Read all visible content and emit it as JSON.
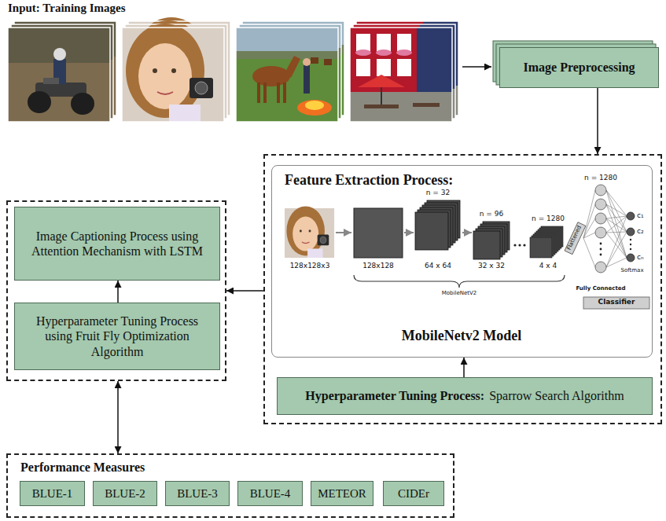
{
  "diagram": {
    "nodes": [
      {
        "text": [
          "Image Preprocessing"
        ]
      },
      {
        "text": []
      },
      {
        "text": [
          "Feature Extraction Process:",
          "MobileNetv2 Model"
        ],
        "in": 1
      },
      {
        "text": [
          "Hyperparameter Tuning Process:",
          "Sparrow Search Algorithm"
        ],
        "in": 1
      },
      {
        "text": []
      },
      {
        "text": [
          "Image Captioning Process using Attention Mechanism with LSTM"
        ],
        "in": 4
      },
      {
        "text": [
          "Hyperparameter Tuning Process using Fruit Fly Optimization Algorithm"
        ],
        "in": 4
      },
      {
        "text": [
          "Performance Measures"
        ]
      },
      {
        "text": [
          "BLUE-1"
        ],
        "in": 7
      },
      {
        "text": [
          "BLUE-2"
        ],
        "in": 7
      },
      {
        "text": [
          "BLUE-3"
        ],
        "in": 7
      },
      {
        "text": [
          "BLUE-4"
        ],
        "in": 7
      },
      {
        "text": [
          "METEOR"
        ],
        "in": 7
      },
      {
        "text": [
          "CIDEr"
        ],
        "in": 7
      }
    ],
    "edges": [
      {
        "from": 0,
        "to": 1,
        "arrow": "to"
      },
      {
        "from": 3,
        "to": 2,
        "arrow": "to"
      },
      {
        "from": 1,
        "to": 4,
        "arrow": "to"
      },
      {
        "from": 6,
        "to": 5,
        "arrow": "to"
      },
      {
        "from": 4,
        "to": 7,
        "arrow": "both"
      }
    ],
    "labels": [
      "Input: Training Images",
      "128x128x3",
      "128x128",
      "n = 32",
      "64 x 64",
      "n = 96",
      "32 x 32",
      "n = 1280",
      "4 x 4",
      "Flattened",
      "n = 1280",
      "c₁",
      "c₂",
      "cₙ",
      "Softmax",
      "Fully Connected",
      "MobileNetV2",
      "Classifier"
    ]
  }
}
